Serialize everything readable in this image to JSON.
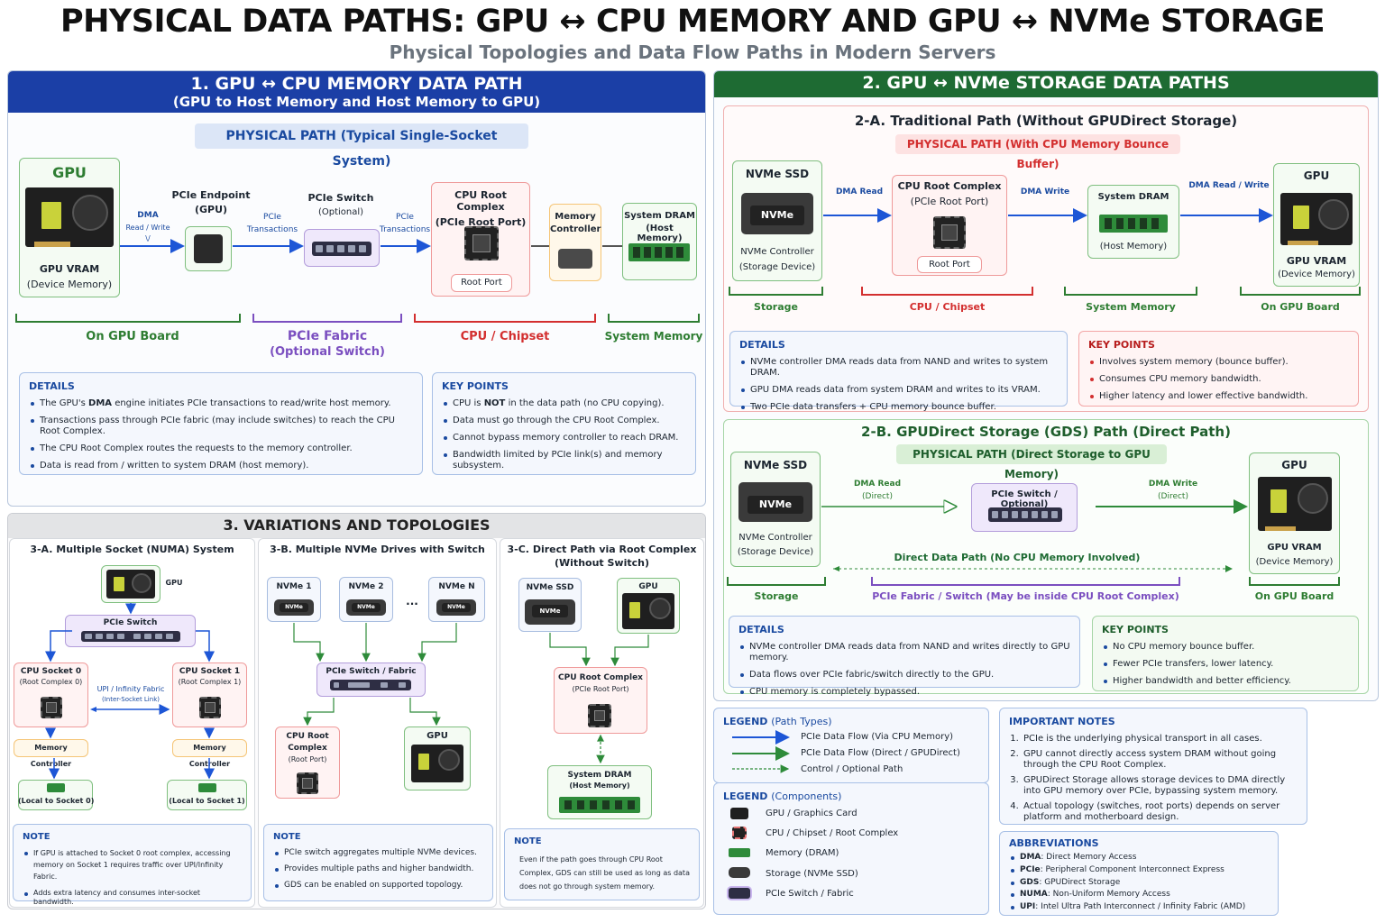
{
  "title": "PHYSICAL DATA PATHS: GPU ↔ CPU MEMORY AND GPU ↔ NVMe STORAGE",
  "subtitle": "Physical Topologies and Data Flow Paths in Modern Servers",
  "colors": {
    "blue_header": "#1b3fa6",
    "green_header": "#1e6b33",
    "gray_header": "#e3e4e6",
    "gpu_green": "#2e7d32",
    "cpu_red": "#d32f2f",
    "pcie_purple": "#7b4fc0"
  },
  "s1": {
    "title": "1. GPU ↔ CPU MEMORY DATA PATH",
    "subtitle": "(GPU to Host Memory and Host Memory to GPU)",
    "pill": "PHYSICAL PATH  (Typical Single-Socket System)",
    "gpu": "GPU",
    "gpu_vram": "GPU VRAM",
    "device_memory": "(Device Memory)",
    "dma": "DMA",
    "dma_rw": "Read / Write",
    "dma_extra": "\\/",
    "pcie_endpoint": "PCIe Endpoint",
    "pcie_endpoint_sub": "(GPU)",
    "pcie_trans": "PCIe",
    "pcie_trans2": "Transactions",
    "pcie_switch": "PCIe Switch",
    "optional": "(Optional)",
    "cpu_root": "CPU Root Complex",
    "root_port_sub": "(PCIe Root Port)",
    "root_port": "Root Port",
    "mem_ctrl": "Memory",
    "mem_ctrl2": "Controller",
    "sys_dram": "System DRAM",
    "host_mem": "(Host Memory)",
    "brk_gpu": "On GPU Board",
    "brk_pcie": "PCIe Fabric",
    "brk_pcie2": "(Optional Switch)",
    "brk_cpu": "CPU / Chipset",
    "brk_sys": "System Memory",
    "details_title": "DETAILS",
    "details_pre": "The GPU's ",
    "details_dma": "DMA",
    "details_post": " engine initiates PCIe transactions to read/write host memory.",
    "details": [
      "Transactions pass through PCIe fabric (may include switches) to reach the CPU Root Complex.",
      "The CPU Root Complex routes the requests to the memory controller.",
      "Data is read from / written to system DRAM (host memory)."
    ],
    "kp_title": "KEY POINTS",
    "kp_pre": "CPU is ",
    "kp_not": "NOT",
    "kp_post": " in the data path (no CPU copying).",
    "kp": [
      "Data must go through the CPU Root Complex.",
      "Cannot bypass memory controller to reach DRAM.",
      "Bandwidth limited by PCIe link(s) and memory subsystem."
    ]
  },
  "s2": {
    "title": "2. GPU ↔ NVMe STORAGE DATA PATHS",
    "a_title": "2-A. Traditional Path (Without GPUDirect Storage)",
    "a_pill": "PHYSICAL PATH (With CPU Memory Bounce Buffer)",
    "nvme_ssd": "NVMe SSD",
    "nvme": "NVMe",
    "nvme_ctrl": "NVMe Controller",
    "storage_dev": "(Storage Device)",
    "dma_read": "DMA Read",
    "dma_write": "DMA Write",
    "dma_rw": "DMA Read / Write",
    "cpu_root": "CPU Root Complex",
    "root_port_sub": "(PCIe Root Port)",
    "root_port": "Root Port",
    "sys_dram": "System DRAM",
    "host_mem": "(Host Memory)",
    "gpu": "GPU",
    "gpu_vram": "GPU VRAM",
    "device_memory": "(Device Memory)",
    "brk_storage": "Storage",
    "brk_cpu": "CPU / Chipset",
    "brk_sys": "System Memory",
    "brk_gpu": "On GPU Board",
    "a_details_title": "DETAILS",
    "a_details": [
      "NVMe controller DMA reads data from NAND and writes to system DRAM.",
      "GPU DMA reads data from system DRAM and writes to its VRAM.",
      "Two PCIe data transfers + CPU memory bounce buffer."
    ],
    "a_kp_title": "KEY POINTS",
    "a_kp": [
      "Involves system memory (bounce buffer).",
      "Consumes CPU memory bandwidth.",
      "Higher latency and lower effective bandwidth."
    ],
    "b_title": "2-B. GPUDirect Storage (GDS) Path (Direct Path)",
    "b_pill": "PHYSICAL PATH (Direct Storage to GPU Memory)",
    "dma_read_b": "DMA Read",
    "direct": "(Direct)",
    "dma_write_b": "DMA Write",
    "pcie_sw_opt": "PCIe Switch / Optional)",
    "direct_path": "Direct Data Path (No CPU Memory Involved)",
    "brk_pcie_fabric": "PCIe Fabric / Switch (May be inside CPU Root Complex)",
    "b_details_title": "DETAILS",
    "b_details": [
      "NVMe controller DMA reads data from NAND and writes directly to GPU memory.",
      "Data flows over PCIe fabric/switch directly to the GPU.",
      "CPU memory is completely bypassed."
    ],
    "b_kp_title": "KEY POINTS",
    "b_kp": [
      "No CPU memory bounce buffer.",
      "Fewer PCIe transfers, lower latency.",
      "Higher bandwidth and better efficiency."
    ]
  },
  "s3": {
    "title": "3. VARIATIONS AND TOPOLOGIES",
    "a_title": "3-A. Multiple Socket (NUMA) System",
    "gpu": "GPU",
    "pcie_switch": "PCIe Switch",
    "cpu0": "CPU Socket 0",
    "rc0": "(Root Complex 0)",
    "cpu1": "CPU Socket 1",
    "rc1": "(Root Complex 1)",
    "upi": "UPI / Infinity Fabric",
    "upi2": "(Inter-Socket Link)",
    "mem_ctrl": "Memory Controller",
    "local0": "(Local to Socket 0)",
    "local1": "(Local to Socket 1)",
    "a_note_title": "NOTE",
    "a_note": [
      "If GPU is attached to Socket 0 root complex, accessing memory on Socket 1 requires traffic over UPI/Infinity Fabric.",
      "Adds extra latency and consumes inter-socket bandwidth."
    ],
    "b_title": "3-B. Multiple NVMe Drives with Switch",
    "nvme1": "NVMe 1",
    "nvme2": "NVMe 2",
    "dots": "...",
    "nvmen": "NVMe N",
    "nvme_chip": "NVMe",
    "pcie_sw_fab": "PCIe Switch / Fabric",
    "cpu_root": "CPU Root",
    "complex": "Complex",
    "root_port_p": "(Root Port)",
    "b_note_title": "NOTE",
    "b_note": [
      "PCIe switch aggregates multiple NVMe devices.",
      "Provides multiple paths and higher bandwidth.",
      "GDS can be enabled on supported topology."
    ],
    "c_title": "3-C. Direct Path via Root Complex",
    "c_sub": "(Without Switch)",
    "nvme_ssd": "NVMe SSD",
    "cpu_root_complex": "CPU Root Complex",
    "pcie_root_port": "(PCIe Root Port)",
    "sys_dram": "System DRAM",
    "host_mem": "(Host Memory)",
    "c_note_title": "NOTE",
    "c_note": [
      "Even if the path goes through CPU Root Complex, GDS can still be used as long as data does not go through system memory."
    ]
  },
  "legend_path": {
    "title": "LEGEND",
    "title2": "(Path Types)",
    "items": [
      "PCIe Data Flow (Via CPU Memory)",
      "PCIe Data Flow (Direct / GPUDirect)",
      "Control / Optional Path"
    ]
  },
  "legend_comp": {
    "title": "LEGEND",
    "title2": "(Components)",
    "items": [
      "GPU / Graphics Card",
      "CPU / Chipset / Root Complex",
      "Memory (DRAM)",
      "Storage (NVMe SSD)",
      "PCIe Switch / Fabric"
    ]
  },
  "notes": {
    "title": "IMPORTANT NOTES",
    "items": [
      "PCIe is the underlying physical transport in all cases.",
      "GPU cannot directly access system DRAM without going through the CPU Root Complex.",
      "GPUDirect Storage allows storage devices to DMA directly into GPU memory over PCIe, bypassing system memory.",
      "Actual topology (switches, root ports) depends on server platform and motherboard design."
    ]
  },
  "abbr": {
    "title": "ABBREVIATIONS",
    "items": [
      {
        "k": "DMA",
        "v": ": Direct Memory Access"
      },
      {
        "k": "PCIe",
        "v": ": Peripheral Component Interconnect Express"
      },
      {
        "k": "GDS",
        "v": ": GPUDirect Storage"
      },
      {
        "k": "NUMA",
        "v": ": Non-Uniform Memory Access"
      },
      {
        "k": "UPI",
        "v": ": Intel Ultra Path Interconnect / Infinity Fabric (AMD)"
      }
    ]
  }
}
